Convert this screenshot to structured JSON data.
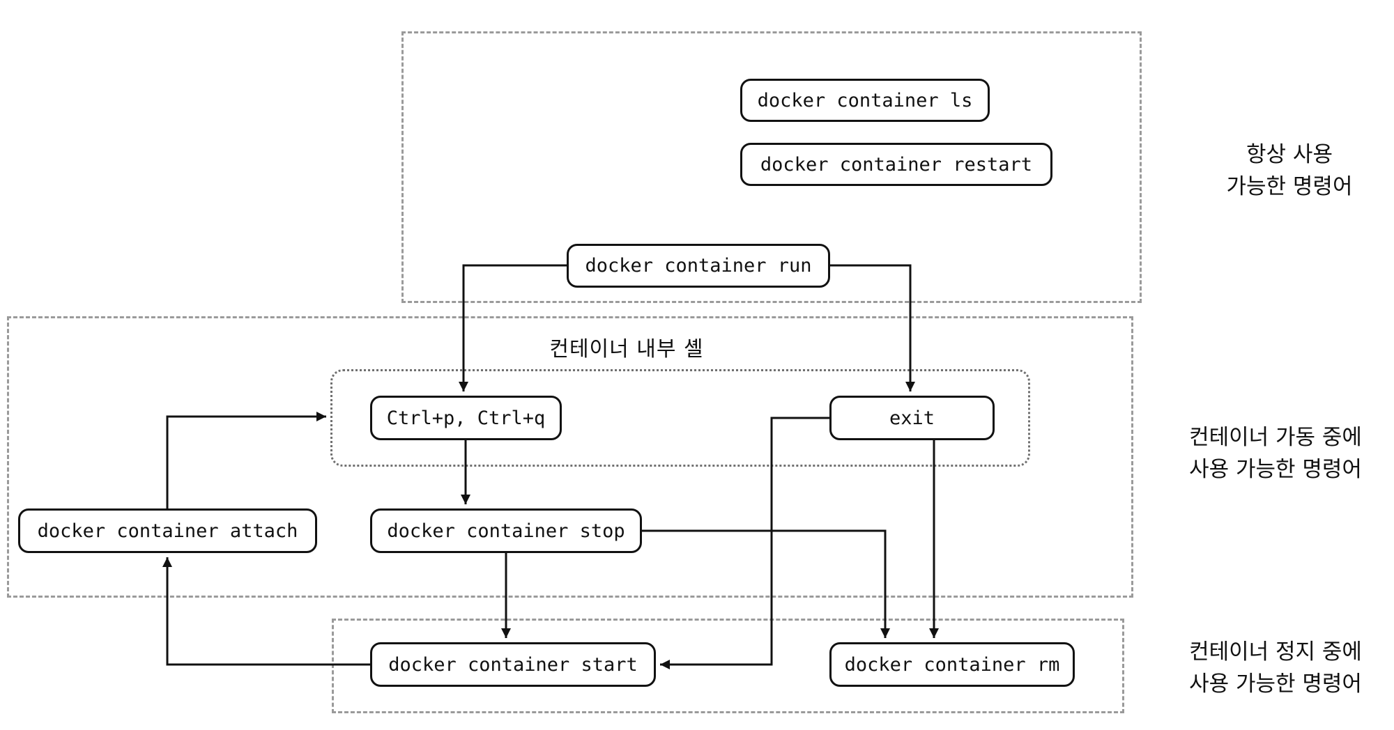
{
  "diagram": {
    "shell_title": "컨테이너 내부 셸",
    "nodes": {
      "ls": "docker container ls",
      "restart": "docker container restart",
      "run": "docker container run",
      "ctrlpq": "Ctrl+p, Ctrl+q",
      "exit": "exit",
      "stop": "docker container stop",
      "attach": "docker container attach",
      "start": "docker container start",
      "rm": "docker container rm"
    },
    "labels": {
      "always": {
        "line1": "항상 사용",
        "line2": "가능한 명령어"
      },
      "running": {
        "line1": "컨테이너 가동 중에",
        "line2": "사용 가능한 명령어"
      },
      "stopped": {
        "line1": "컨테이너 정지 중에",
        "line2": "사용 가능한 명령어"
      }
    },
    "edges": [
      {
        "from": "run",
        "to": "ctrlpq"
      },
      {
        "from": "run",
        "to": "exit"
      },
      {
        "from": "ctrlpq",
        "to": "stop"
      },
      {
        "from": "stop",
        "to": "start"
      },
      {
        "from": "stop",
        "to": "rm"
      },
      {
        "from": "exit",
        "to": "rm"
      },
      {
        "from": "exit",
        "to": "start"
      },
      {
        "from": "attach",
        "to": "ctrlpq"
      },
      {
        "from": "start",
        "to": "attach"
      }
    ],
    "colors": {
      "background": "#ffffff",
      "node_border": "#111111",
      "dashed_group_border": "#9a9a9a",
      "dotted_shell_border": "#707070",
      "arrow": "#111111",
      "text": "#111111"
    }
  }
}
